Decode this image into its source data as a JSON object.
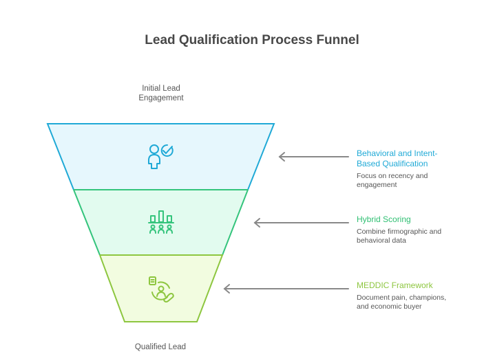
{
  "title": "Lead Qualification Process Funnel",
  "top_label": "Initial Lead Engagement",
  "bottom_label": "Qualified Lead",
  "layers": [
    {
      "name": "behavioral-intent",
      "icon": "person-check-icon",
      "heading": "Behavioral and Intent-Based Qualification",
      "body": "Focus on recency and engagement",
      "fill": "#e6f7fd",
      "stroke": "#1fa9d6",
      "text_color": "#1fa9d6"
    },
    {
      "name": "hybrid-scoring",
      "icon": "bar-chart-people-icon",
      "heading": "Hybrid Scoring",
      "body": "Combine firmographic and behavioral data",
      "fill": "#e2fbef",
      "stroke": "#34c47c",
      "text_color": "#2fbf72"
    },
    {
      "name": "meddic",
      "icon": "document-person-link-icon",
      "heading": "MEDDIC Framework",
      "body": "Document pain, champions, and economic buyer",
      "fill": "#f2fce0",
      "stroke": "#8dc63f",
      "text_color": "#8dc63f"
    }
  ],
  "arrow_color": "#888888"
}
